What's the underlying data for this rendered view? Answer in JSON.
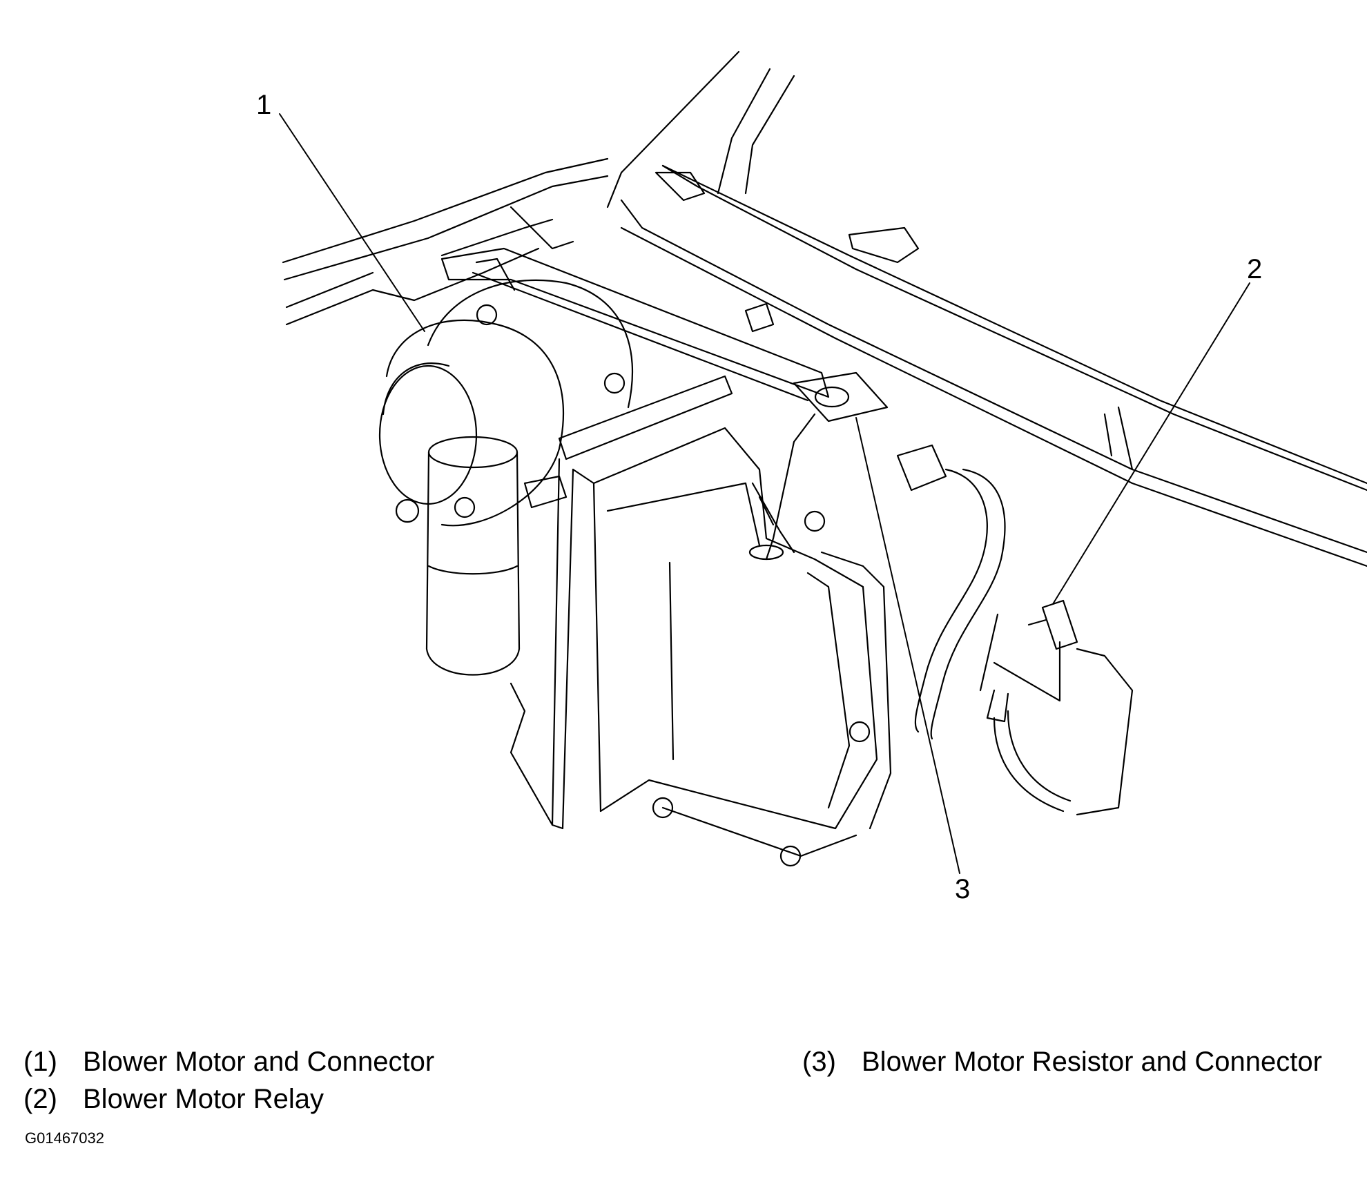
{
  "diagram": {
    "callouts": [
      {
        "id": "callout-1",
        "label": "1"
      },
      {
        "id": "callout-2",
        "label": "2"
      },
      {
        "id": "callout-3",
        "label": "3"
      }
    ]
  },
  "legend": [
    {
      "number": "(1)",
      "text": "Blower Motor and Connector"
    },
    {
      "number": "(2)",
      "text": "Blower Motor Relay"
    },
    {
      "number": "(3)",
      "text": "Blower Motor Resistor and Connector"
    }
  ],
  "figure_id": "G01467032"
}
